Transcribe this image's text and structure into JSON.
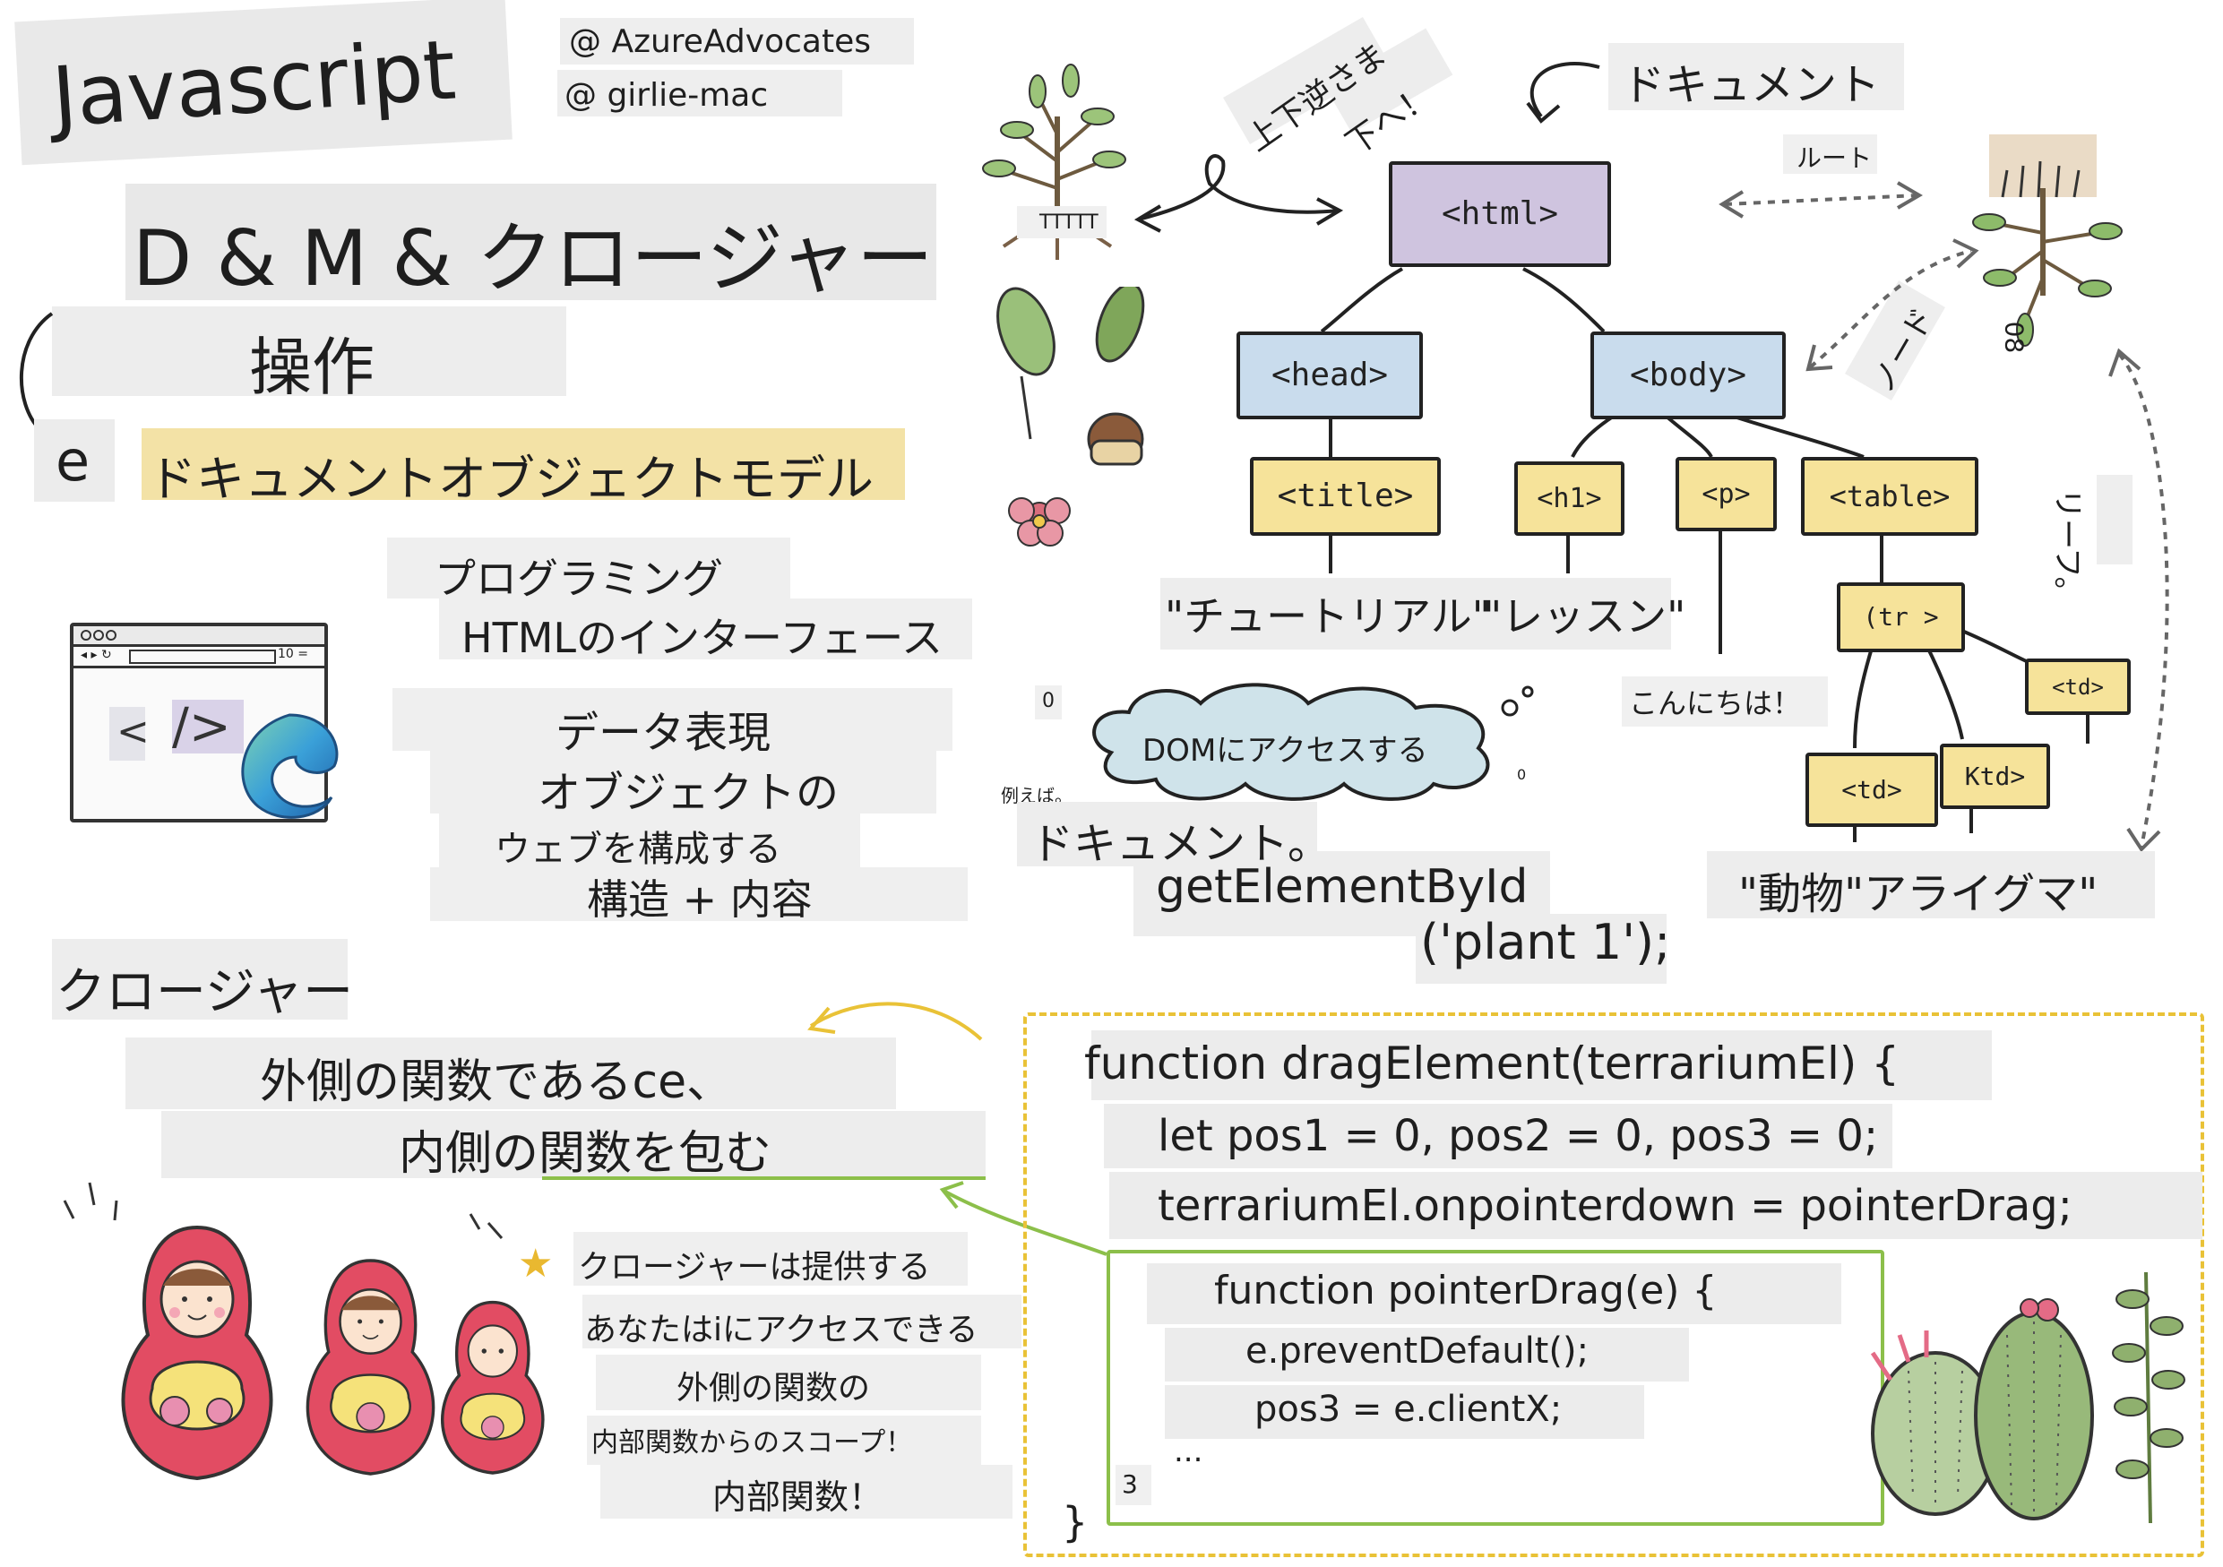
{
  "title": {
    "javascript": "Javascript",
    "subtitle": "D & M & クロージャー",
    "manip": "操作"
  },
  "credits": {
    "line1": "@ AzureAdvocates",
    "line2": "@ girlie-mac"
  },
  "dom_section": {
    "letter": "e",
    "heading": "ドキュメントオブジェクトモデル",
    "p1_line1": "プログラミング",
    "p1_line2": "HTMLのインターフェース",
    "p2_line1": "データ表現",
    "p2_line2": "オブジェクトの",
    "p2_line3": "ウェブを構成する",
    "p2_line4": "構造 + 内容",
    "browser_tab": "10 =",
    "code_symbol_left": "<",
    "code_symbol_right": "/>"
  },
  "tree": {
    "flip_label_line1": "上下逆さま",
    "flip_label_line2": "下へ！",
    "plant_label": "TTTTT",
    "document_label": "ドキュメント",
    "root_label": "ルート",
    "node_label": "ノード",
    "leaf_label": "リーフ。",
    "plant_tag": "08",
    "nodes": {
      "html": "<html>",
      "head": "<head>",
      "body": "<body>",
      "title": "<title>",
      "h1": "<h1>",
      "p": "<p>",
      "table": "<table>",
      "tr": "(tr >",
      "td_left": "<td>",
      "td_mid": "Ktd>",
      "td_right": "<td>"
    },
    "text_tutorial": "\"チュートリアル\"",
    "text_lesson": "\"レッスン\"",
    "text_hello": "こんにちは！",
    "text_animal": "\"動物\"アライグマ\""
  },
  "access": {
    "cloud": "DOMにアクセスする",
    "example": "例えば。",
    "zero_left": "0",
    "zero_right": "0",
    "line1": "ドキュメント。",
    "line2": "getElementById",
    "line3": "('plant 1');"
  },
  "closure": {
    "heading": "クロージャー",
    "line1": "外側の関数であるce、",
    "line2": "内側の関数を包む",
    "note1": "クロージャーは提供する",
    "note2": "あなたはiにアクセスできる",
    "note3": "外側の関数の",
    "note4": "内部関数からのスコープ！",
    "note5": "内部関数！"
  },
  "code": {
    "line1": "function dragElement(terrariumEl) {",
    "line2": "let pos1 = 0, pos2 = 0, pos3 = 0;",
    "line3": "terrariumEl.onpointerdown = pointerDrag;",
    "inner1": "function pointerDrag(e) {",
    "inner2": "e.preventDefault();",
    "inner3": "pos3 = e.clientX;",
    "inner4": "...",
    "line_num": "3",
    "closing": "}"
  },
  "colors": {
    "purple": "#cfc4df",
    "blue": "#c9dced",
    "yellow": "#f6e39a",
    "green_box": "#8cbf4a",
    "yellow_dash": "#e9c237",
    "highlight": "#f3e2a6",
    "cloud": "#cfe3ea"
  }
}
